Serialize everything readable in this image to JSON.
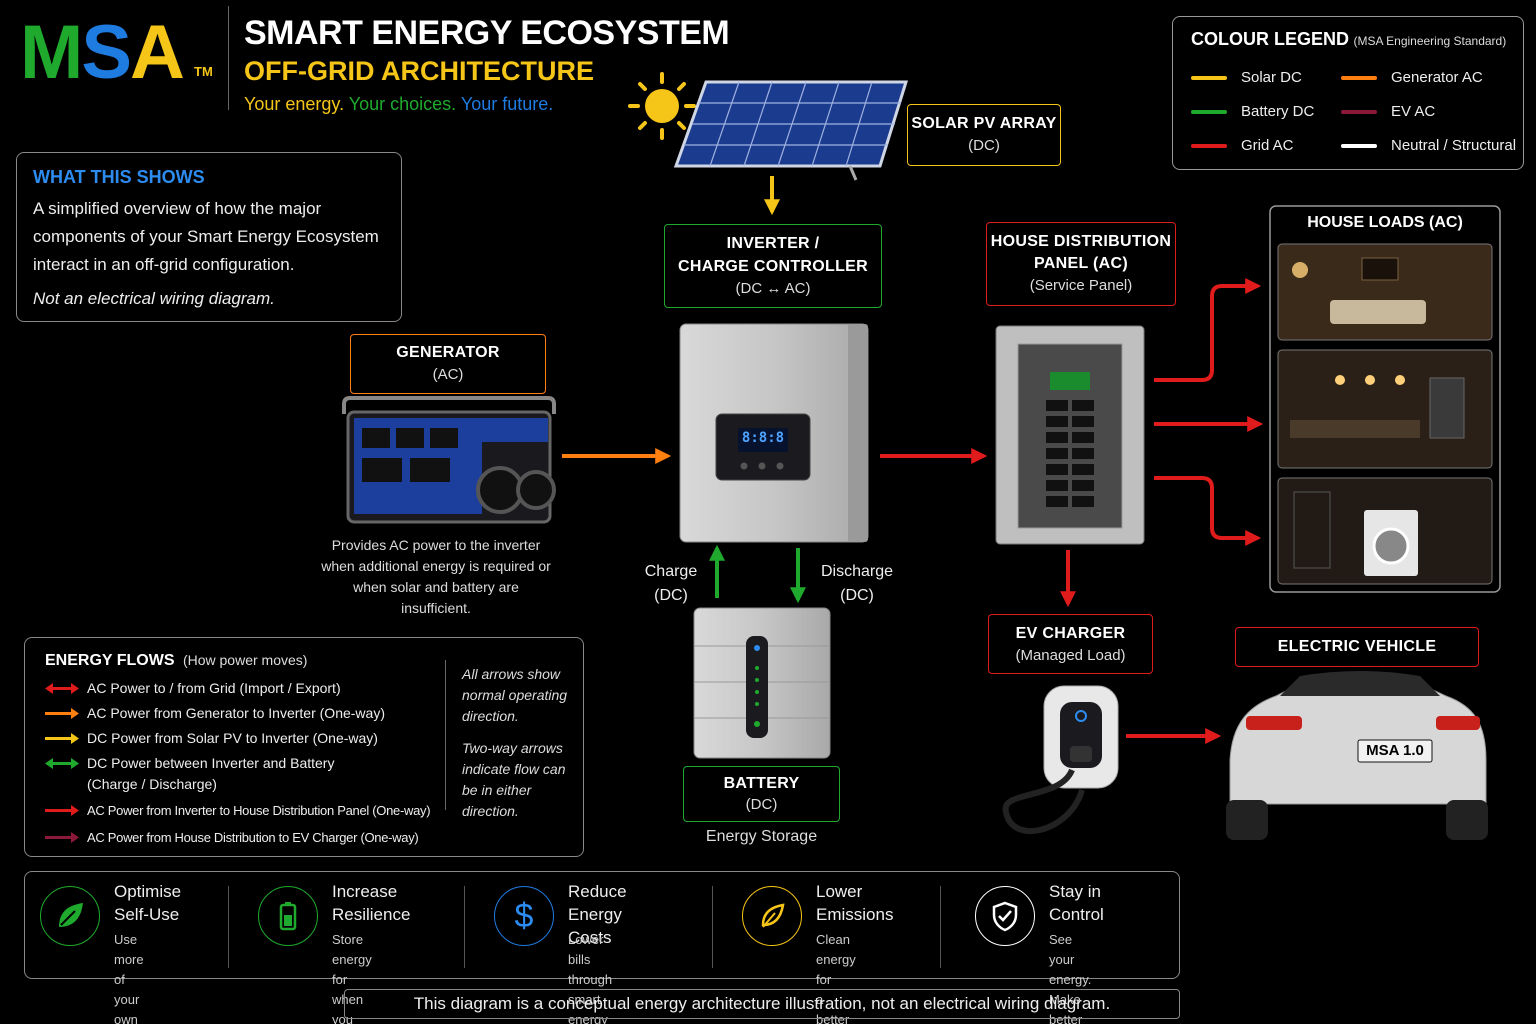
{
  "brand": {
    "logo_text": "MSA",
    "tm": "TM"
  },
  "header": {
    "title": "SMART ENERGY ECOSYSTEM",
    "subtitle": "OFF-GRID ARCHITECTURE",
    "tagline_1": "Your energy.",
    "tagline_2": "Your choices.",
    "tagline_3": "Your future."
  },
  "what_this_shows": {
    "heading": "WHAT THIS SHOWS",
    "line_1": "A simplified overview of how the major",
    "line_2": "components of your Smart Energy Ecosystem",
    "line_3": "interact in an off-grid configuration.",
    "note": "Not an electrical wiring diagram."
  },
  "colour_legend": {
    "title": "COLOUR LEGEND",
    "standard": "(MSA Engineering Standard)",
    "items": [
      {
        "label": "Solar DC",
        "color": "#f5c518"
      },
      {
        "label": "Generator AC",
        "color": "#ff7f11"
      },
      {
        "label": "Battery DC",
        "color": "#1faa2e"
      },
      {
        "label": "EV AC",
        "color": "#8b1a3a"
      },
      {
        "label": "Grid AC",
        "color": "#e01b1b"
      },
      {
        "label": "Neutral / Structural",
        "color": "#ffffff"
      }
    ]
  },
  "nodes": {
    "solar": {
      "title": "SOLAR PV ARRAY",
      "sub": "(DC)"
    },
    "inverter": {
      "title_1": "INVERTER /",
      "title_2": "CHARGE CONTROLLER",
      "sub": "(DC ↔ AC)",
      "display": "8:8:8"
    },
    "generator": {
      "title": "GENERATOR",
      "sub": "(AC)",
      "note": "Provides AC power to the inverter when additional energy is required or when solar and battery are insufficient."
    },
    "panel": {
      "title_1": "HOUSE DISTRIBUTION",
      "title_2": "PANEL (AC)",
      "sub": "(Service Panel)"
    },
    "loads": {
      "title": "HOUSE LOADS (AC)"
    },
    "battery": {
      "title": "BATTERY",
      "sub": "(DC)",
      "note": "Energy Storage"
    },
    "ev_charger": {
      "title": "EV CHARGER",
      "sub": "(Managed Load)"
    },
    "vehicle": {
      "title": "ELECTRIC VEHICLE",
      "plate": "MSA 1.0"
    }
  },
  "battery_flow": {
    "charge": "Charge",
    "charge_sub": "(DC)",
    "discharge": "Discharge",
    "discharge_sub": "(DC)"
  },
  "energy_flows": {
    "title": "ENERGY FLOWS",
    "subtitle": "(How power moves)",
    "items": [
      {
        "label": "AC Power to / from Grid (Import / Export)",
        "color": "#e01b1b",
        "two_way": true
      },
      {
        "label": "AC Power from Generator to Inverter (One-way)",
        "color": "#ff7f11",
        "two_way": false
      },
      {
        "label": "DC Power from Solar PV to Inverter (One-way)",
        "color": "#f5c518",
        "two_way": false
      },
      {
        "label": "DC Power between Inverter and Battery",
        "label_2": "(Charge / Discharge)",
        "color": "#1faa2e",
        "two_way": true
      },
      {
        "label": "AC Power from Inverter to House Distribution Panel (One-way)",
        "color": "#e01b1b",
        "two_way": false
      },
      {
        "label": "AC Power from House Distribution to EV Charger (One-way)",
        "color": "#8b1a3a",
        "two_way": false
      }
    ],
    "note_1": "All arrows show normal operating direction.",
    "note_2": "Two-way arrows indicate flow can be in either direction."
  },
  "benefits": [
    {
      "title": "Optimise\nSelf-Use",
      "sub": "Use more of your\nown solar.",
      "color": "#1faa2e",
      "icon": "leaf-icon"
    },
    {
      "title": "Increase\nResilience",
      "sub": "Store energy for\nwhen you need it.",
      "color": "#1faa2e",
      "icon": "battery-icon"
    },
    {
      "title": "Reduce\nEnergy Costs",
      "sub": "Lower bills through\nsmart energy use.",
      "color": "#1e7be0",
      "icon": "dollar-icon"
    },
    {
      "title": "Lower\nEmissions",
      "sub": "Clean energy for\na better future.",
      "color": "#f5c518",
      "icon": "eco-leaf-icon"
    },
    {
      "title": "Stay in\nControl",
      "sub": "See your energy.\nMake better choices.",
      "color": "#ffffff",
      "icon": "shield-check-icon"
    }
  ],
  "footer": {
    "disclaimer": "This diagram is a conceptual energy architecture illustration, not an electrical wiring diagram."
  }
}
